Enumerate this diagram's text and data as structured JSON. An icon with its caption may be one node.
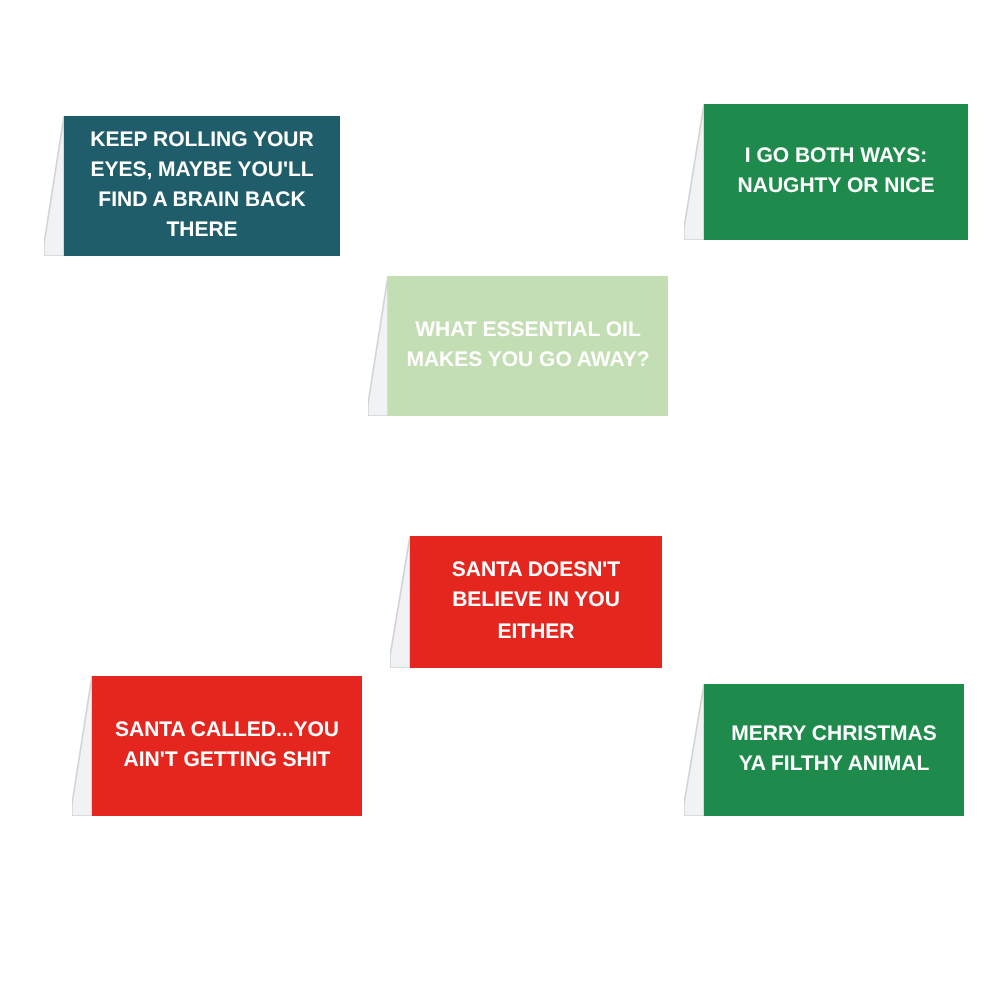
{
  "diagram": {
    "nodes": [
      {
        "text": [
          "KEEP ROLLING YOUR EYES, MAYBE YOU'LL FIND A BRAIN BACK THERE"
        ]
      },
      {
        "text": [
          "I GO BOTH WAYS: NAUGHTY OR NICE"
        ]
      },
      {
        "text": [
          "WHAT ESSENTIAL OIL MAKES YOU GO AWAY?"
        ]
      },
      {
        "text": [
          "SANTA DOESN'T BELIEVE IN YOU EITHER"
        ]
      },
      {
        "text": [
          "SANTA CALLED...YOU AIN'T GETTING SHIT"
        ]
      },
      {
        "text": [
          "MERRY CHRISTMAS YA FILTHY ANIMAL"
        ]
      }
    ]
  }
}
